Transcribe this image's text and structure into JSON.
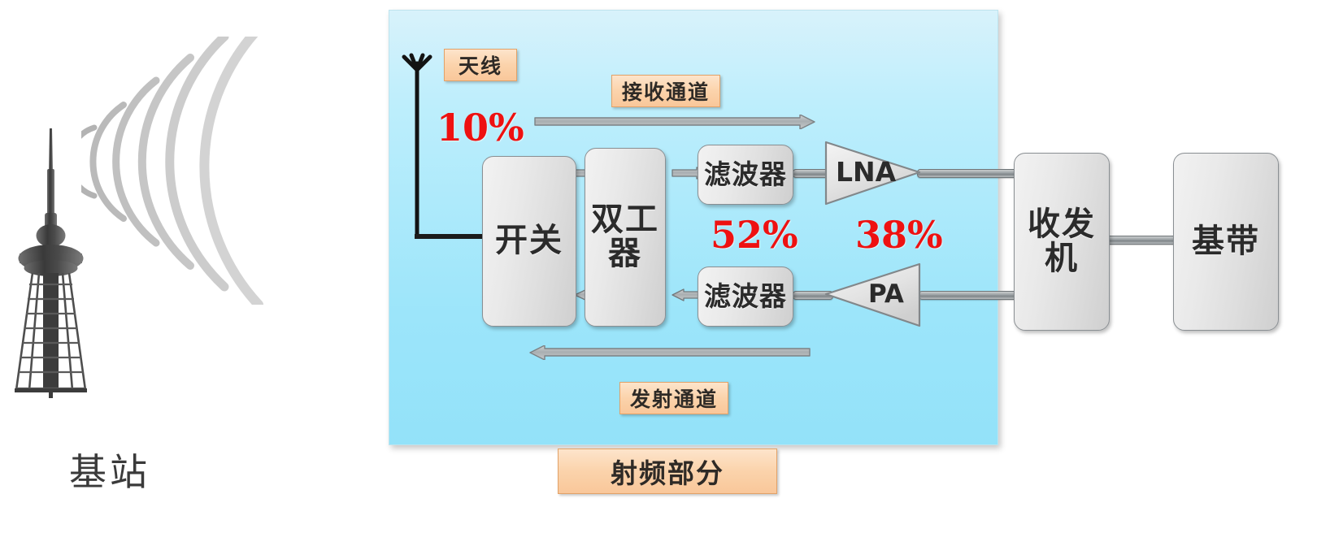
{
  "left_illustration": {
    "caption": "基站",
    "icon": "cell-tower-with-radio-waves"
  },
  "rf_panel": {
    "bottom_label": "射频部分",
    "antenna_label": "天线",
    "rx_channel_label": "接收通道",
    "tx_channel_label": "发射通道",
    "blocks": {
      "switch": "开关",
      "duplexer": "双工器",
      "filter_rx": "滤波器",
      "filter_tx": "滤波器",
      "lna": "LNA",
      "pa": "PA"
    },
    "percentages": {
      "antenna_pct": "10%",
      "filter_pct": "52%",
      "amp_pct": "38%"
    }
  },
  "right_blocks": {
    "transceiver": "收发机",
    "baseband": "基带"
  },
  "colors": {
    "panel_fill": "#9ce5fa",
    "tag_fill": "#fbd3ab",
    "tag_border": "#e2a268",
    "block_fill": "#e4e4e4",
    "block_border": "#8a8f93",
    "percent_red": "#ee1111",
    "wire_grey": "#8a9095"
  }
}
